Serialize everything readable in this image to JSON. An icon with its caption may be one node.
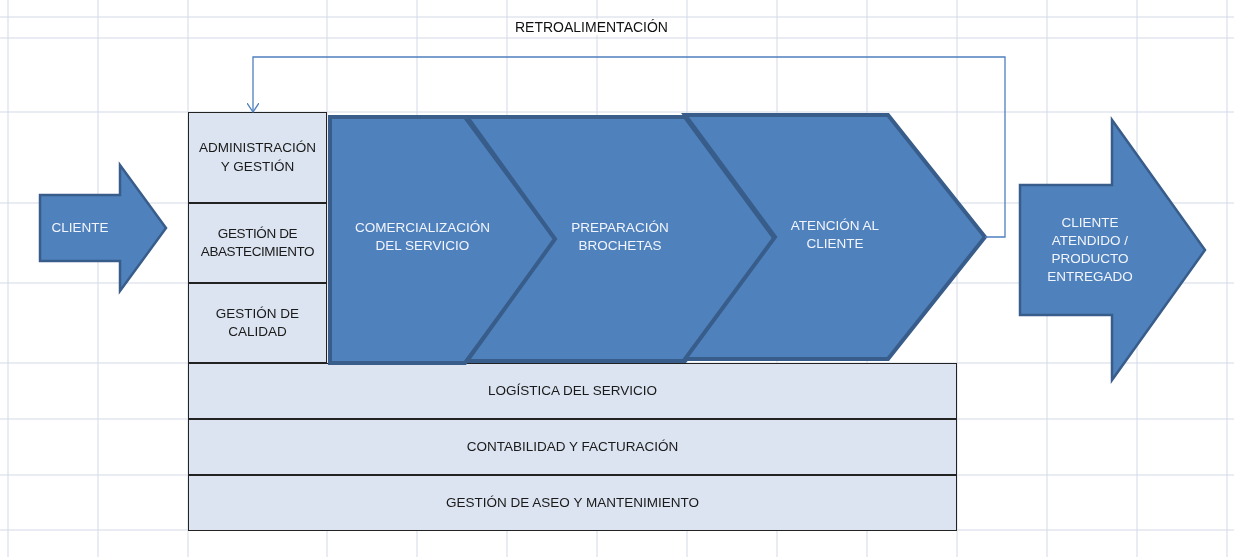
{
  "diagram": {
    "nodes": [
      {
        "text": [
          "CLIENTE"
        ]
      },
      {
        "text": [
          "ADMINISTRACIÓN Y GESTIÓN"
        ]
      },
      {
        "text": [
          "GESTIÓN DE ABASTECIMIENTO"
        ]
      },
      {
        "text": [
          "GESTIÓN DE CALIDAD"
        ]
      },
      {
        "text": [
          "COMERCIALIZACIÓN DEL SERVICIO"
        ]
      },
      {
        "text": [
          "PREPARACIÓN BROCHETAS"
        ]
      },
      {
        "text": [
          "ATENCIÓN AL CLIENTE"
        ]
      },
      {
        "text": [
          "CLIENTE ATENDIDO / PRODUCTO ENTREGADO"
        ]
      },
      {
        "text": [
          "LOGÍSTICA DEL SERVICIO"
        ]
      },
      {
        "text": [
          "CONTABILIDAD Y FACTURACIÓN"
        ]
      },
      {
        "text": [
          "GESTIÓN DE ASEO Y MANTENIMIENTO"
        ]
      }
    ],
    "edges": [
      {
        "from": 6,
        "to": 1,
        "arrow": "to",
        "label": "RETROALIMENTACIÓN"
      }
    ]
  }
}
